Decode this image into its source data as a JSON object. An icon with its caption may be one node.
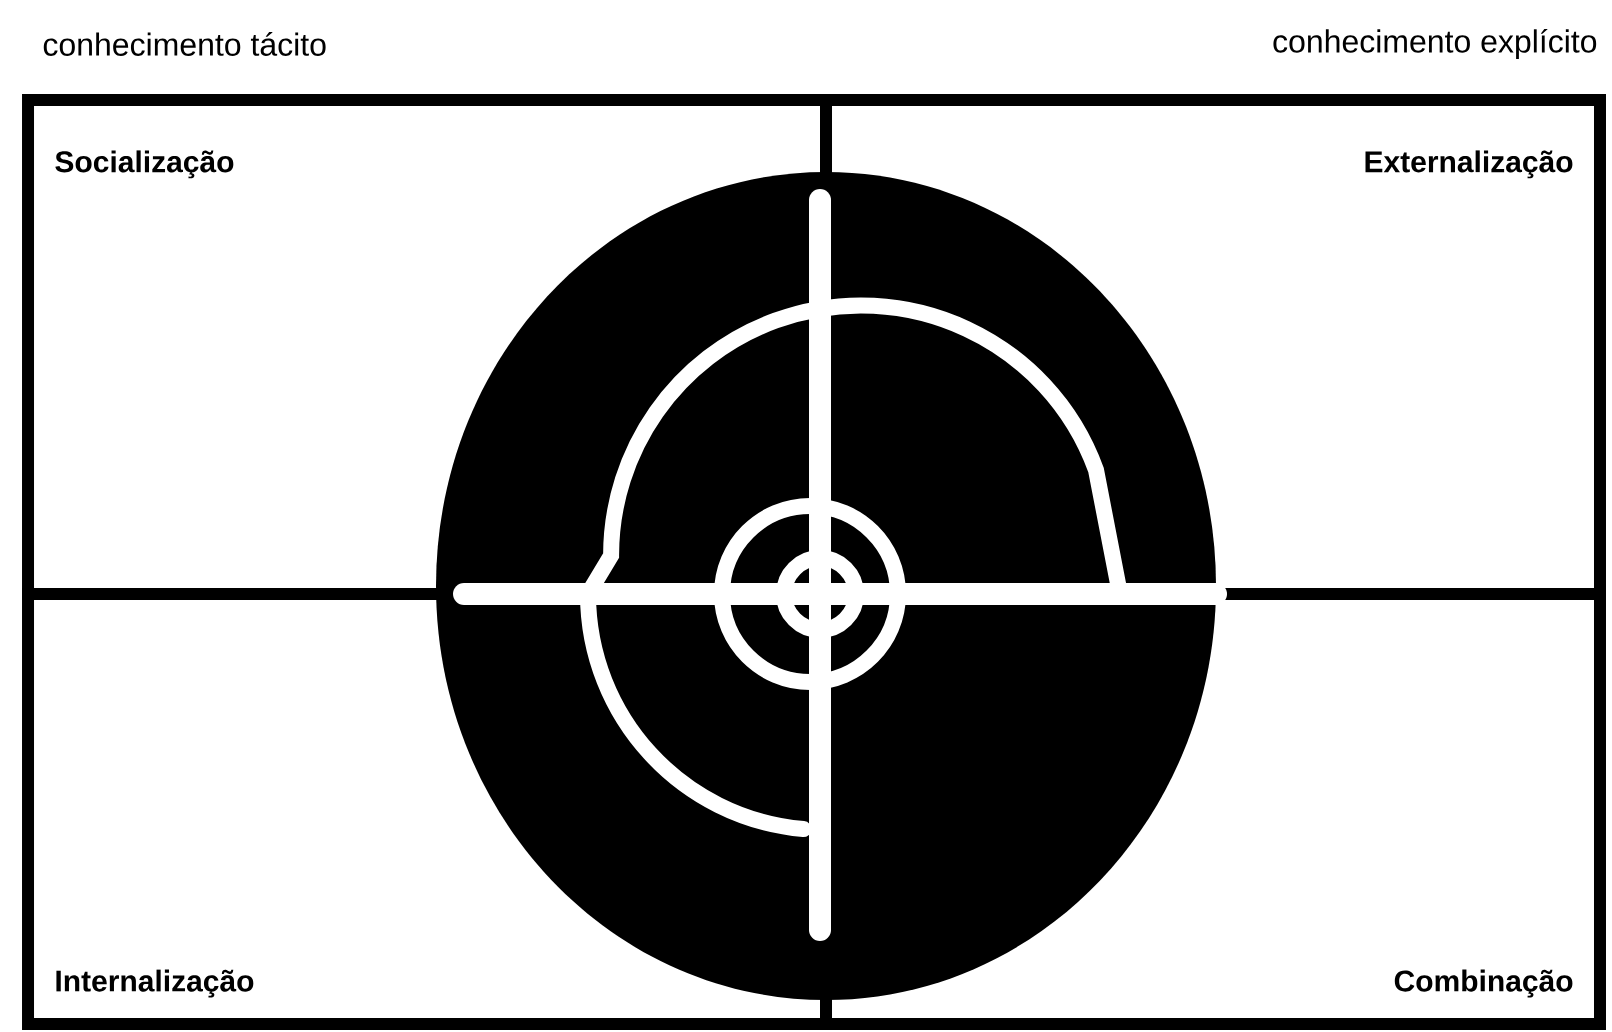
{
  "diagram": {
    "nodes": [
      {
        "text": [
          "Socialização"
        ]
      },
      {
        "text": [
          "Externalização"
        ]
      },
      {
        "text": [
          "Internalização"
        ]
      },
      {
        "text": [
          "Combinação"
        ]
      }
    ],
    "labels": [
      "conhecimento tácito",
      "conhecimento explícito"
    ]
  }
}
